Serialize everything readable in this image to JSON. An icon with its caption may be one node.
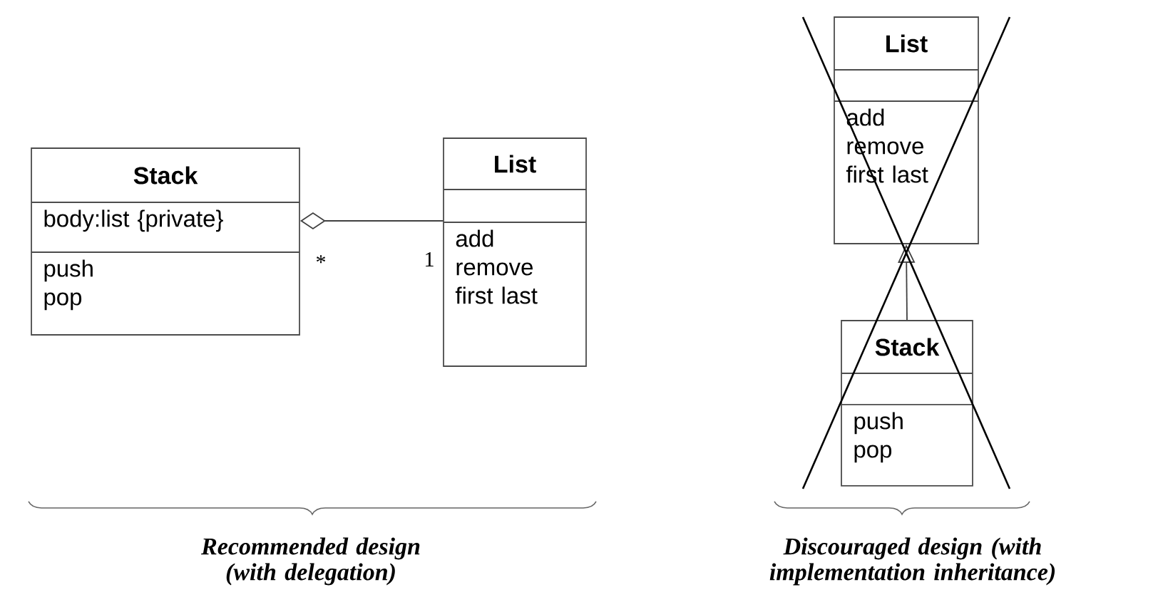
{
  "diagram": {
    "nodes": [
      {
        "text": [
          "Stack",
          "body:list {private}",
          "push pop"
        ]
      },
      {
        "text": [
          "List",
          "add remove first last"
        ]
      },
      {
        "text": [
          "List",
          "add remove first last"
        ]
      },
      {
        "text": [
          "Stack",
          "push pop"
        ]
      }
    ],
    "edges": [
      {
        "from": 0,
        "to": 1,
        "arrow": "other"
      },
      {
        "from": 3,
        "to": 2,
        "arrow": "to"
      }
    ],
    "labels": [
      "*",
      "1",
      "Recommended design (with delegation)",
      "Discouraged design (with implementation inheritance)"
    ]
  }
}
